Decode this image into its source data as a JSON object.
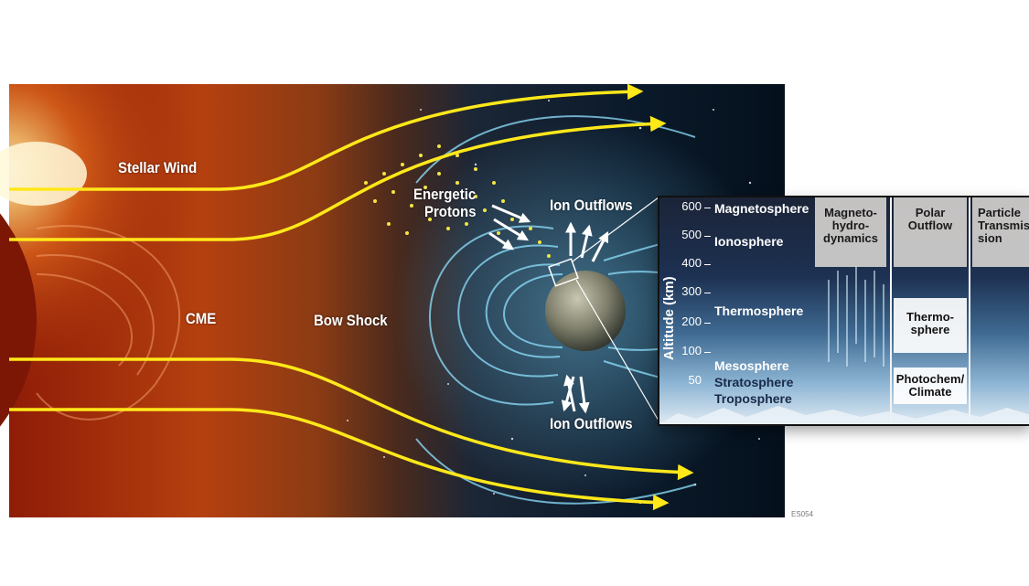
{
  "labels": {
    "stellar_wind": "Stellar Wind",
    "energetic_protons_1": "Energetic",
    "energetic_protons_2": "Protons",
    "ion_outflows_top": "Ion Outflows",
    "cme": "CME",
    "bow_shock": "Bow Shock",
    "ion_outflows_bottom": "Ion Outflows",
    "figure_code": "ES054"
  },
  "inset": {
    "y_axis_title": "Altitude (km)",
    "ticks": [
      "600",
      "500",
      "400",
      "300",
      "200",
      "100",
      "50"
    ],
    "layers": {
      "magnetosphere": "Magnetosphere",
      "ionosphere": "Ionosphere",
      "thermosphere": "Thermosphere",
      "mesosphere": "Mesosphere",
      "stratosphere": "Stratosphere",
      "troposphere": "Troposphere"
    },
    "columns": {
      "mhd": [
        "Magneto-",
        "hydro-",
        "dynamics"
      ],
      "polar": [
        "Polar",
        "Outflow"
      ],
      "particle": [
        "Particle",
        "Transmis-",
        "sion"
      ]
    },
    "cells": {
      "thermosphere": [
        "Thermo-",
        "sphere"
      ],
      "photochem": [
        "Photochem/",
        "Climate"
      ]
    }
  },
  "colors": {
    "wind_arrow": "#ffe81a",
    "sun_core": "#fff6d0",
    "sun_red": "#b8290c",
    "space_dark": "#06121f",
    "magnetosphere": "#7fd9ff"
  }
}
